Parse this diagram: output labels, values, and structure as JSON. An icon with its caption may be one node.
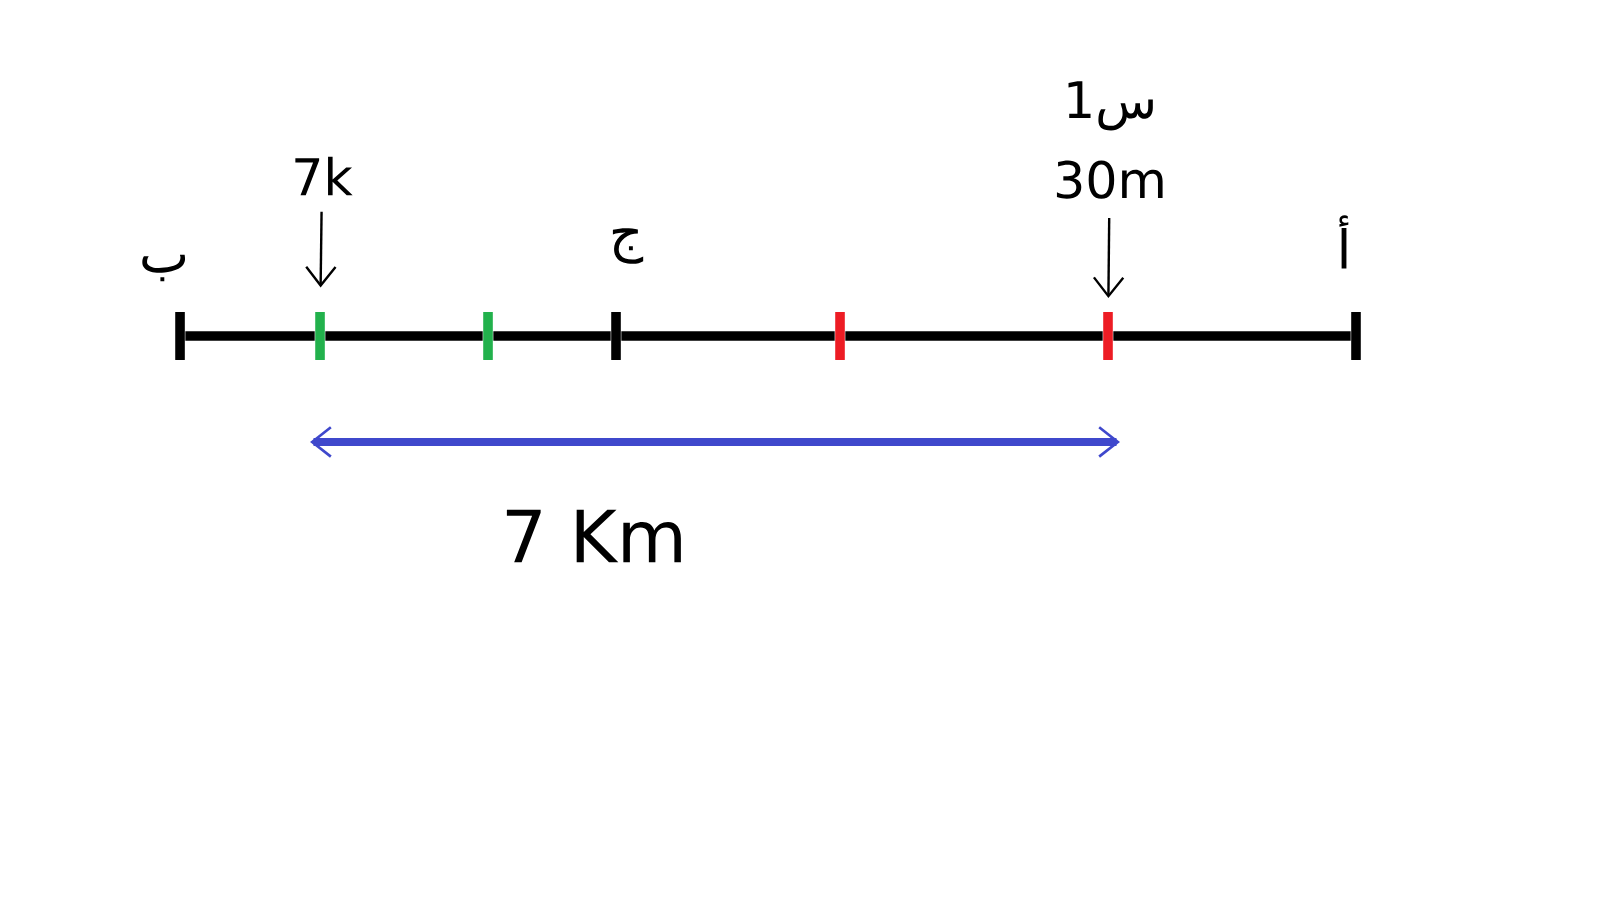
{
  "diagram": {
    "nodes": [
      {
        "text": [
          "7k"
        ]
      },
      {
        "text": [
          "1س 30m"
        ]
      },
      {
        "text": [],
        "shape": "tick",
        "beside": [
          "ب"
        ]
      },
      {
        "text": [],
        "shape": "tick"
      },
      {
        "text": [],
        "shape": "tick"
      },
      {
        "text": [],
        "shape": "tick",
        "beside": [
          "ج"
        ]
      },
      {
        "text": [],
        "shape": "tick"
      },
      {
        "text": [],
        "shape": "tick"
      },
      {
        "text": [],
        "shape": "tick",
        "beside": [
          "أ"
        ]
      }
    ],
    "edges": [
      {
        "from": 0,
        "to": 3,
        "arrow": "to"
      },
      {
        "from": 1,
        "to": 7,
        "arrow": "to"
      },
      {
        "from": 2,
        "to": 3,
        "arrow": "none"
      },
      {
        "from": 3,
        "to": 4,
        "arrow": "none"
      },
      {
        "from": 4,
        "to": 5,
        "arrow": "none"
      },
      {
        "from": 5,
        "to": 6,
        "arrow": "none"
      },
      {
        "from": 6,
        "to": 7,
        "arrow": "none"
      },
      {
        "from": 7,
        "to": 8,
        "arrow": "none"
      }
    ],
    "labels": [
      "7 Km"
    ]
  }
}
